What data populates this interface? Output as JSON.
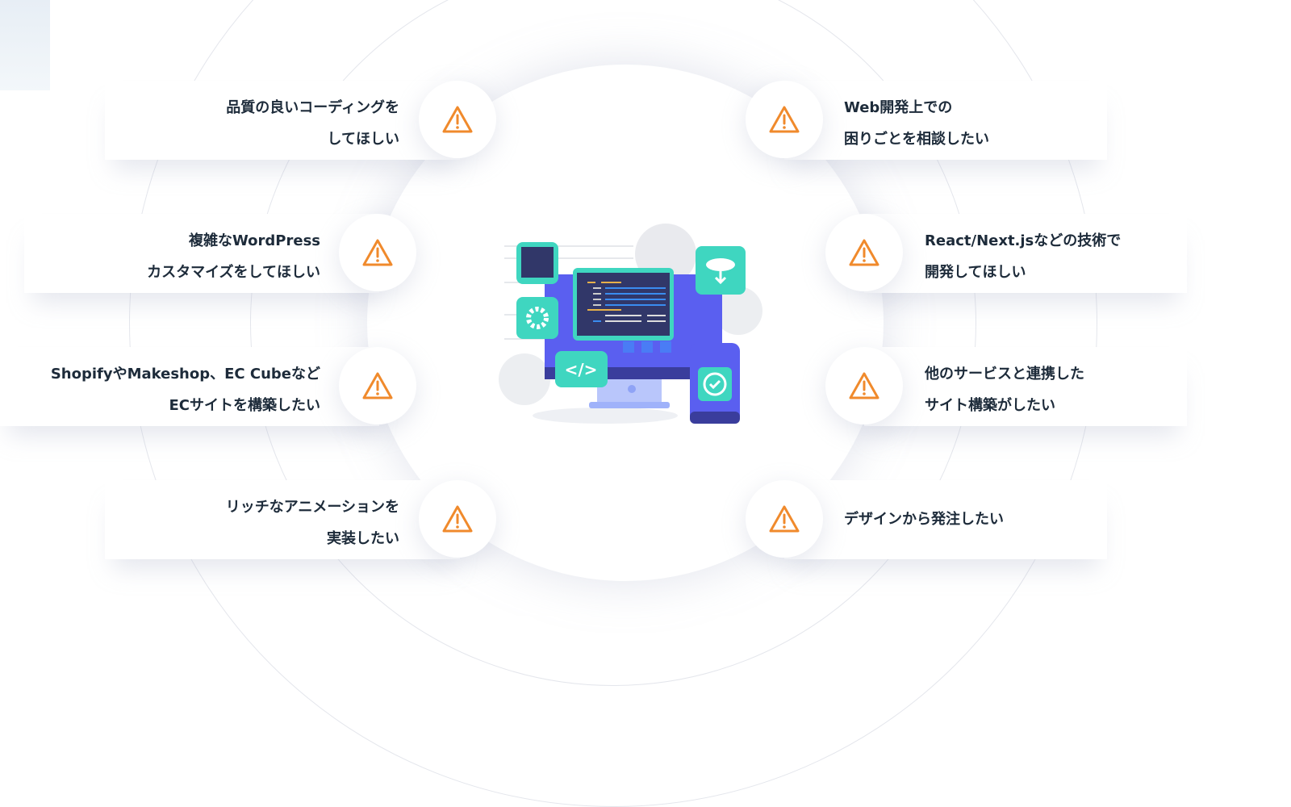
{
  "items_left": [
    {
      "line1": "品質の良いコーディングを",
      "line2": "してほしい"
    },
    {
      "line1": "複雑なWordPress",
      "line2": "カスタマイズをしてほしい"
    },
    {
      "line1": "ShopifyやMakeshop、EC Cubeなど",
      "line2": "ECサイトを構築したい"
    },
    {
      "line1": "リッチなアニメーションを",
      "line2": "実装したい"
    }
  ],
  "items_right": [
    {
      "line1": "Web開発上での",
      "line2": "困りごとを相談したい"
    },
    {
      "line1": "React/Next.jsなどの技術で",
      "line2": "開発してほしい"
    },
    {
      "line1": "他のサービスと連携した",
      "line2": "サイト構築がしたい"
    },
    {
      "line1": "デザインから発注したい",
      "line2": ""
    }
  ],
  "colors": {
    "warning": "#f08a2c",
    "text": "#1d2b3a",
    "teal": "#3fd6c0",
    "indigo": "#5a5ff0"
  },
  "icon": "warning-triangle-icon"
}
